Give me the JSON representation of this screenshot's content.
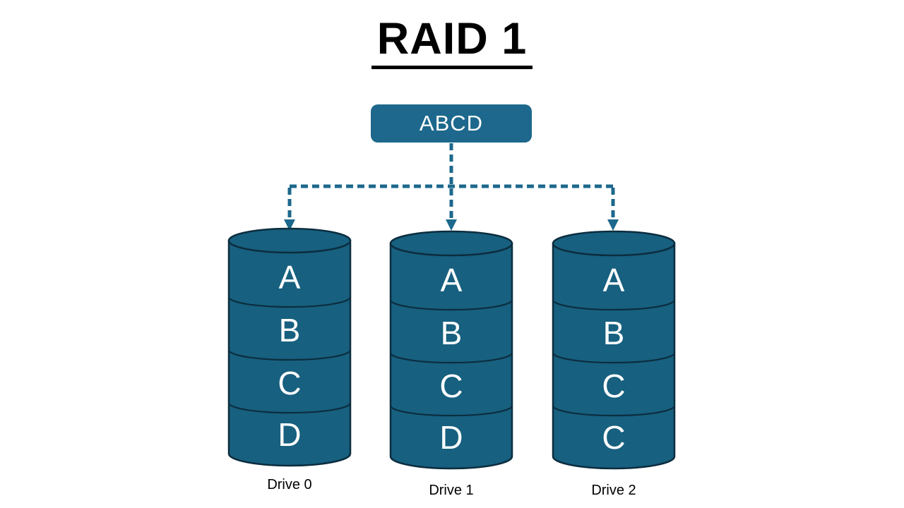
{
  "title": "RAID 1",
  "source_block": {
    "label": "ABCD"
  },
  "drives": [
    {
      "label": "Drive 0",
      "blocks": [
        "A",
        "B",
        "C",
        "D"
      ]
    },
    {
      "label": "Drive 1",
      "blocks": [
        "A",
        "B",
        "C",
        "D"
      ]
    },
    {
      "label": "Drive 2",
      "blocks": [
        "A",
        "B",
        "C",
        "C"
      ]
    }
  ],
  "colors": {
    "background": "#ffffff",
    "title_text": "#000000",
    "box_fill": "#1d688c",
    "connector": "#1d688c",
    "cylinder_fill": "#17607f",
    "cylinder_outline": "#0c2d3f",
    "block_text": "#ffffff",
    "drive_label_text": "#000000"
  }
}
